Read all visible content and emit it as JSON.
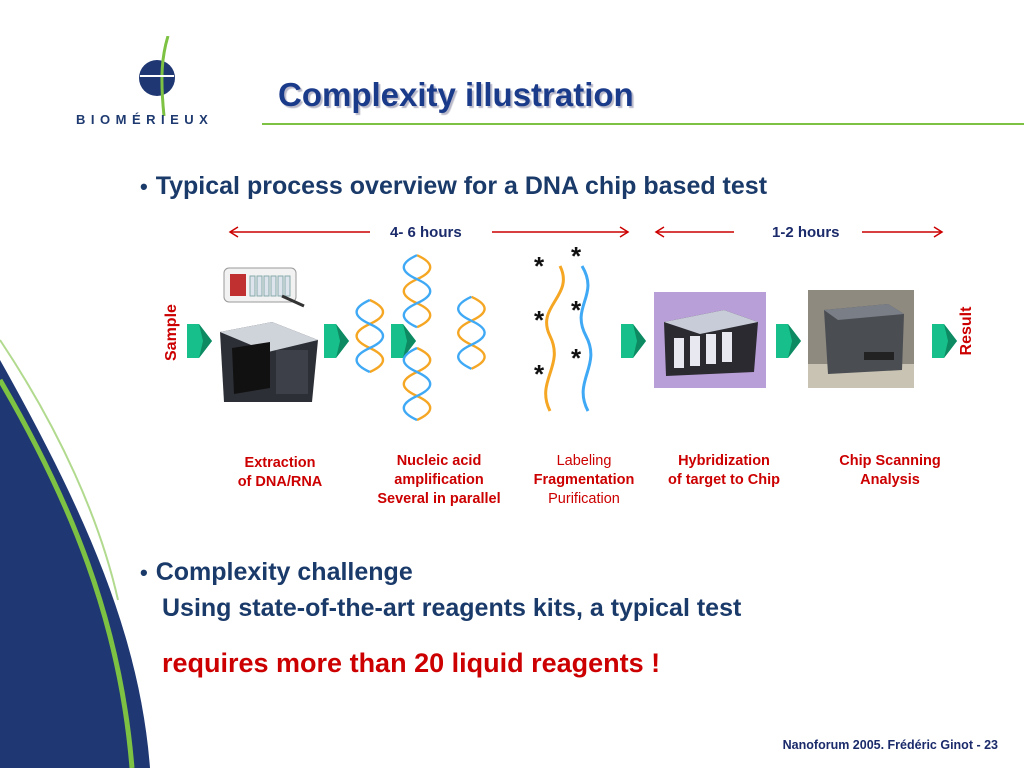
{
  "header": {
    "logo_text": "BIOMÉRIEUX",
    "title": "Complexity illustration"
  },
  "bullets": [
    {
      "text": "Typical process overview for a DNA chip based test"
    },
    {
      "line1": "Complexity challenge",
      "line2": "Using state-of-the-art reagents kits, a typical test",
      "line3": "requires more than 20 liquid reagents !"
    }
  ],
  "timeline": {
    "phase1": "4- 6 hours",
    "phase2": "1-2 hours"
  },
  "flow": {
    "start": "Sample",
    "end": "Result",
    "steps": [
      {
        "line1": "Extraction",
        "line2": "of DNA/RNA"
      },
      {
        "line1": "Nucleic acid",
        "line2": "amplification",
        "line3": "Several in  parallel"
      },
      {
        "line1": "Labeling",
        "line2": "Fragmentation",
        "line3": "Purification"
      },
      {
        "line1": "Hybridization",
        "line2": "of target to Chip"
      },
      {
        "line1": "Chip Scanning",
        "line2": "Analysis"
      }
    ]
  },
  "footer": {
    "text": "Nanoforum 2005. Frédéric Ginot - 23"
  },
  "colors": {
    "title_blue": "#1a3a8a",
    "accent_red": "#cc0000",
    "arrow_green": "#17c08a",
    "rule_green": "#7dc242",
    "deco_navy": "#1f3773"
  }
}
